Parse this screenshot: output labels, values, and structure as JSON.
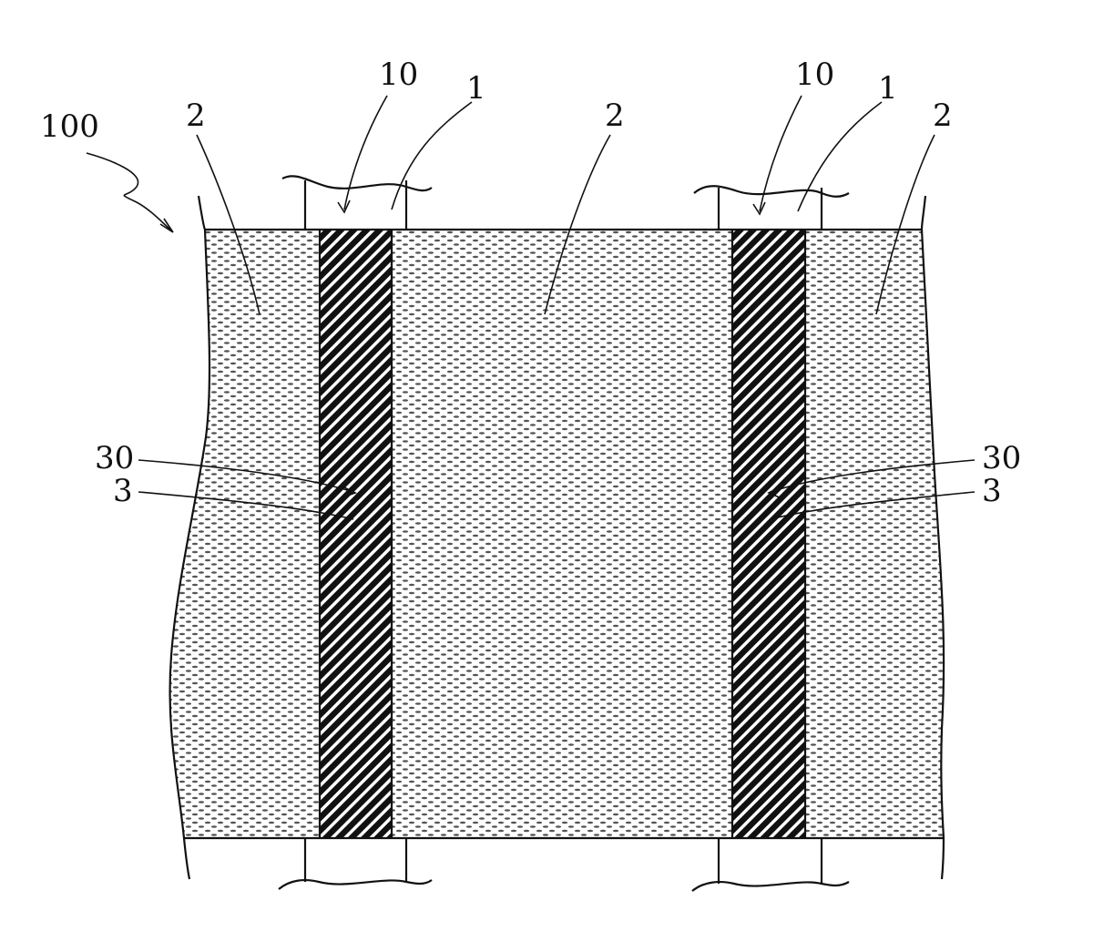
{
  "labels": {
    "assembly": "100",
    "layer_left": "2",
    "layer_center": "2",
    "layer_right": "2",
    "strip_left_ref_outer": "10",
    "strip_left_ref_inner": "1",
    "strip_right_ref_outer": "10",
    "strip_right_ref_inner": "1",
    "joint_left_ref_outer": "30",
    "joint_left_ref_inner": "3",
    "joint_right_ref_outer": "30",
    "joint_right_ref_inner": "3"
  },
  "colors": {
    "line": "#111111",
    "dot_fill": "#555555",
    "hatch": "#111111",
    "background": "#ffffff"
  }
}
